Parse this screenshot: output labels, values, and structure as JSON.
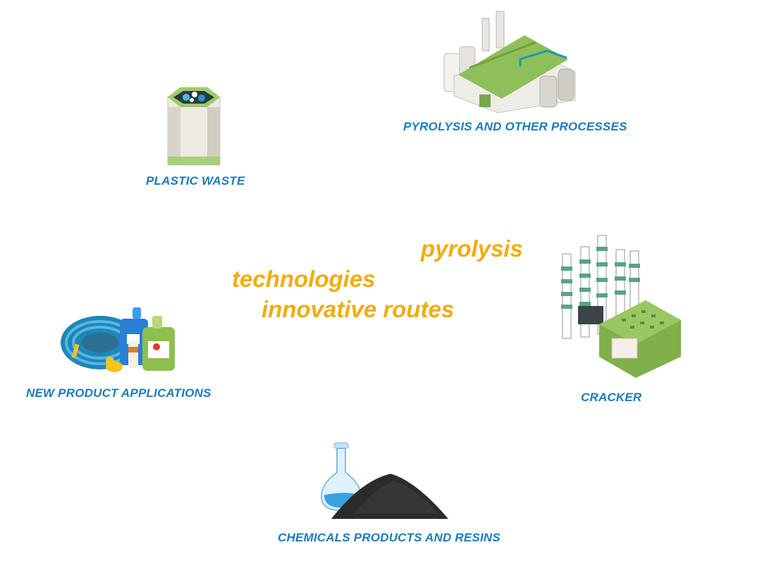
{
  "nodes": {
    "plastic_waste": "PLASTIC WASTE",
    "pyrolysis_processes": "PYROLYSIS AND OTHER PROCESSES",
    "cracker": "CRACKER",
    "chemicals_products": "CHEMICALS PRODUCTS AND RESINS",
    "new_products": "NEW PRODUCT APPLICATIONS"
  },
  "keywords": {
    "pyrolysis": "pyrolysis",
    "technologies": "technologies",
    "innovative_routes": "innovative routes"
  },
  "colors": {
    "label_blue": "#1a7cba",
    "keyword_yellow": "#f2ac10",
    "factory_green": "#8fbf5a"
  },
  "icons": [
    "waste-bin-icon",
    "factory-icon",
    "cracker-plant-icon",
    "flask-icon",
    "consumer-products-icon"
  ]
}
